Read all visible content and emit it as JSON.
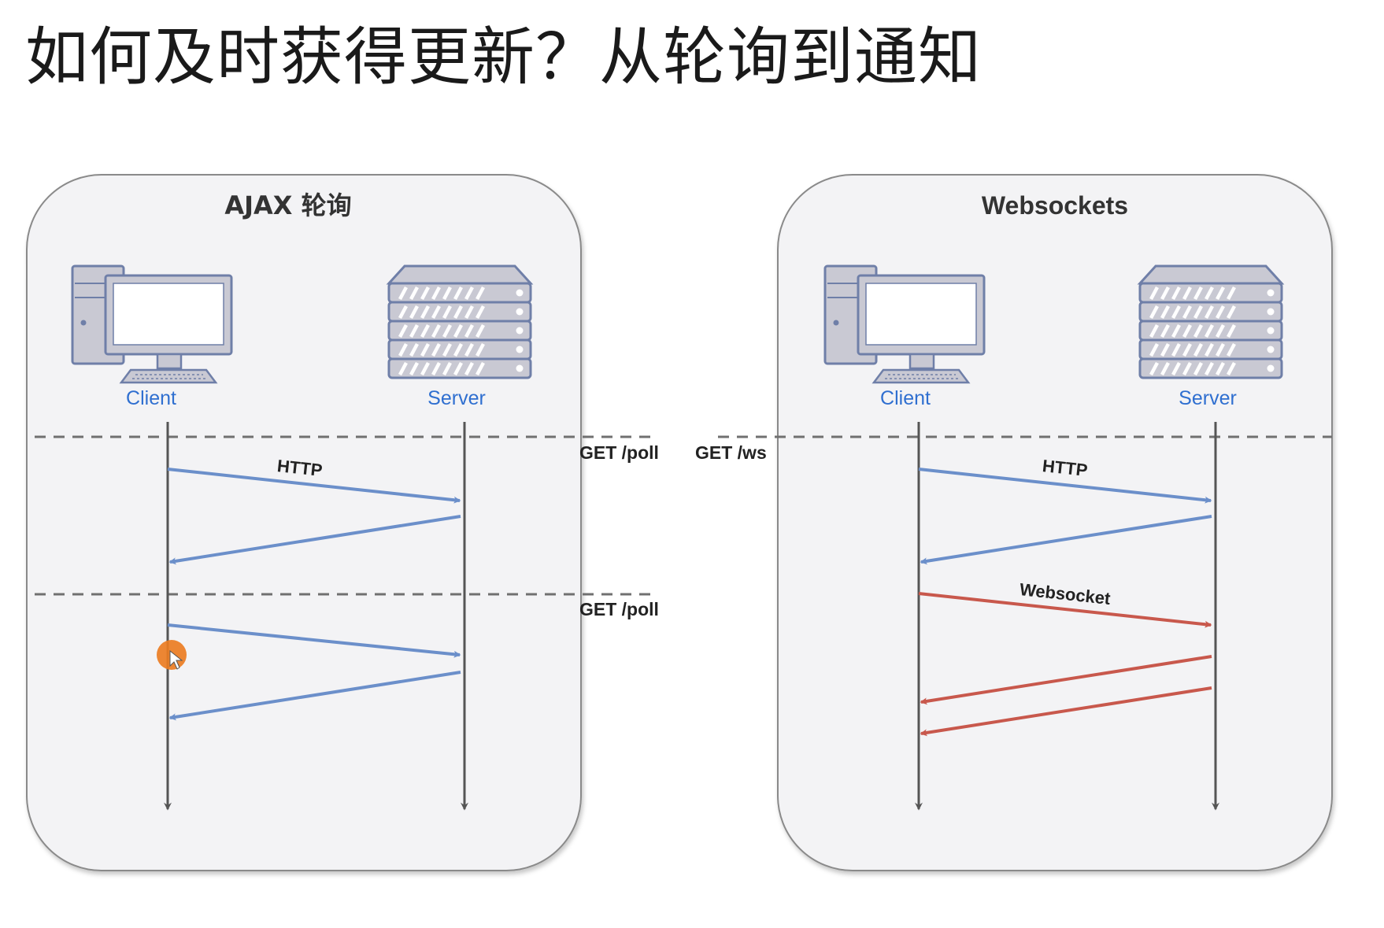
{
  "slide": {
    "title": "如何及时获得更新？从轮询到通知"
  },
  "diagrams": [
    {
      "id": "ajax",
      "title": "AJAX 轮询",
      "client_label": "Client",
      "server_label": "Server",
      "request_labels": [
        "GET /poll",
        "GET /poll"
      ],
      "message_labels": [
        "HTTP"
      ]
    },
    {
      "id": "websockets",
      "title": "Websockets",
      "client_label": "Client",
      "server_label": "Server",
      "request_labels": [
        "GET /ws"
      ],
      "message_labels": [
        "HTTP",
        "Websocket"
      ]
    }
  ],
  "colors": {
    "panel_fill": "#f3f3f5",
    "panel_border": "#8a8a8a",
    "http_arrow": "#6b8fca",
    "websocket_arrow": "#c8584c",
    "lifeline": "#555555",
    "divider": "#707070",
    "node_label": "#2f6fd0",
    "icon_fill": "#c9c9d3",
    "icon_stroke": "#6f7fa8",
    "cursor_marker": "#ec7d22"
  },
  "icons": [
    "desktop-computer-icon",
    "server-rack-icon",
    "mouse-cursor-icon"
  ]
}
